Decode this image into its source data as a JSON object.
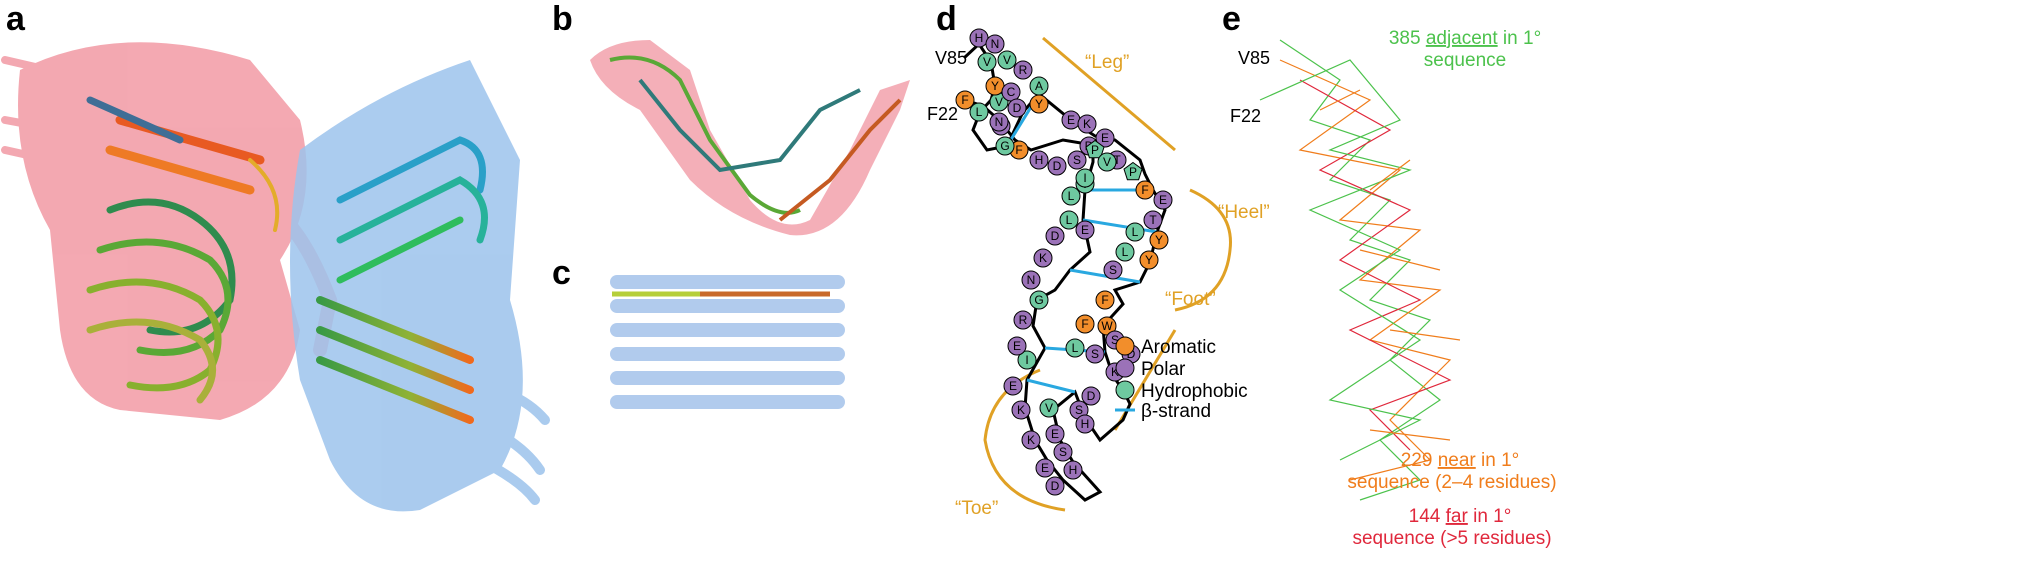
{
  "panels": {
    "a": "a",
    "b": "b",
    "c": "c",
    "d": "d",
    "e": "e"
  },
  "colors": {
    "aromatic": "#f28e2b",
    "polar": "#9b72b8",
    "hydrophobic": "#6ec9a0",
    "strand": "#29a8e0",
    "region_label": "#e0a125",
    "adjacent": "#4cc24c",
    "near": "#f07d1c",
    "far": "#e0283c",
    "map_red": "#f29aa4",
    "map_blue": "#9cc3ec"
  },
  "panel_d": {
    "start_label": "V85",
    "end_label": "F22",
    "regions": {
      "leg": "“Leg”",
      "heel": "“Heel”",
      "foot": "“Foot”",
      "toe": "“Toe”"
    },
    "legend": {
      "aromatic": "Aromatic",
      "polar": "Polar",
      "hydrophobic": "Hydrophobic",
      "strand": "β-strand"
    },
    "residues": [
      "H",
      "N",
      "V",
      "V",
      "R",
      "A",
      "Y",
      "E",
      "K",
      "E",
      "T",
      "P",
      "F",
      "E",
      "T",
      "L",
      "Y",
      "Y",
      "L",
      "S",
      "F",
      "W",
      "S",
      "D",
      "K",
      "S",
      "L",
      "F",
      "D",
      "S",
      "H",
      "E",
      "V",
      "K",
      "E",
      "I",
      "E",
      "R",
      "G",
      "N",
      "K",
      "D",
      "L",
      "L",
      "V",
      "D",
      "E",
      "I",
      "S",
      "D",
      "H",
      "F",
      "G",
      "S",
      "V",
      "Y",
      "L",
      "F",
      "C",
      "D",
      "N",
      "P",
      "V",
      "S",
      "H",
      "D",
      "E",
      "K"
    ]
  },
  "panel_e": {
    "start_label": "V85",
    "end_label": "F22",
    "adjacent": {
      "count": "385",
      "key": "adjacent",
      "rest": " in 1°",
      "line2": "sequence"
    },
    "near": {
      "count": "229",
      "key": "near",
      "rest": " in 1°",
      "line2": "sequence (2–4 residues)"
    },
    "far": {
      "count": "144",
      "key": "far",
      "rest": " in 1°",
      "line2": "sequence (>5 residues)"
    }
  }
}
